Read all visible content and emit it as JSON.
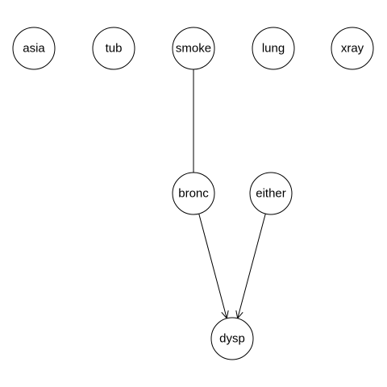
{
  "graph": {
    "nodes": [
      {
        "id": "asia",
        "label": "asia"
      },
      {
        "id": "tub",
        "label": "tub"
      },
      {
        "id": "smoke",
        "label": "smoke"
      },
      {
        "id": "lung",
        "label": "lung"
      },
      {
        "id": "xray",
        "label": "xray"
      },
      {
        "id": "bronc",
        "label": "bronc"
      },
      {
        "id": "either",
        "label": "either"
      },
      {
        "id": "dysp",
        "label": "dysp"
      }
    ],
    "edges": [
      {
        "from": "smoke",
        "to": "bronc",
        "directed": false
      },
      {
        "from": "bronc",
        "to": "dysp",
        "directed": true
      },
      {
        "from": "either",
        "to": "dysp",
        "directed": true
      }
    ],
    "colors": {
      "stroke": "#000000",
      "fill": "#ffffff",
      "text": "#000000",
      "background": "#ffffff"
    }
  }
}
